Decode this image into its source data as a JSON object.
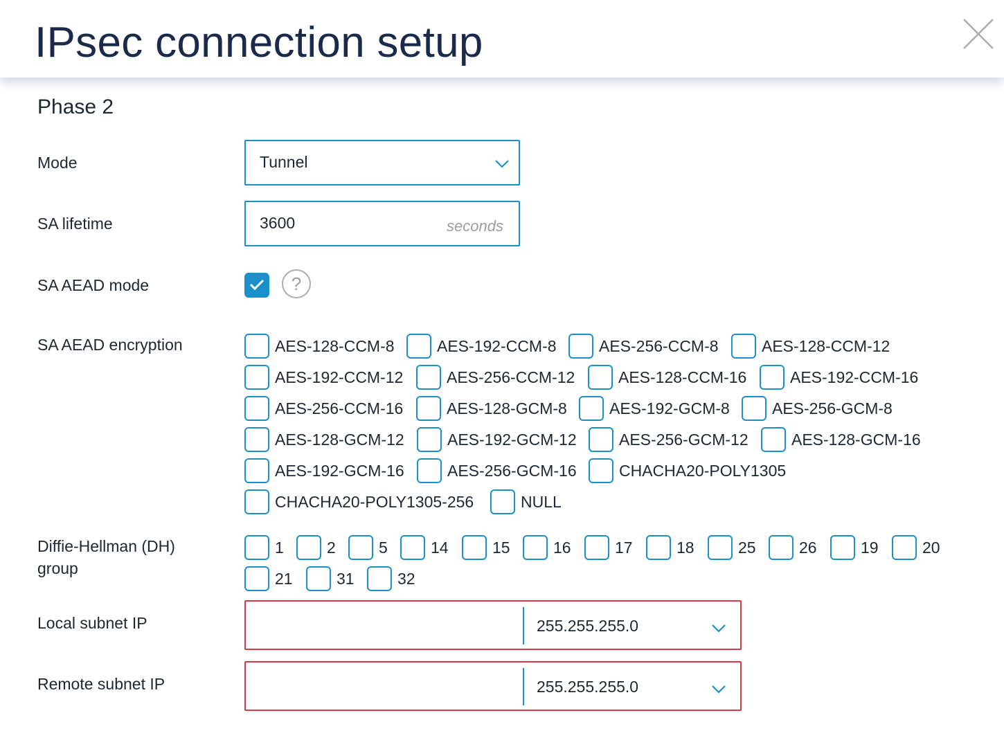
{
  "header": {
    "title": "IPsec connection setup"
  },
  "section": {
    "title": "Phase 2"
  },
  "fields": {
    "mode": {
      "label": "Mode",
      "value": "Tunnel"
    },
    "sa_lifetime": {
      "label": "SA lifetime",
      "value": "3600",
      "unit": "seconds"
    },
    "sa_aead_mode": {
      "label": "SA AEAD mode",
      "checked": true,
      "help_icon": "?"
    },
    "sa_aead_encryption": {
      "label": "SA AEAD encryption",
      "options": [
        {
          "label": "AES-128-CCM-8",
          "checked": false
        },
        {
          "label": "AES-192-CCM-8",
          "checked": false
        },
        {
          "label": "AES-256-CCM-8",
          "checked": false
        },
        {
          "label": "AES-128-CCM-12",
          "checked": false
        },
        {
          "label": "AES-192-CCM-12",
          "checked": false
        },
        {
          "label": "AES-256-CCM-12",
          "checked": false
        },
        {
          "label": "AES-128-CCM-16",
          "checked": false
        },
        {
          "label": "AES-192-CCM-16",
          "checked": false
        },
        {
          "label": "AES-256-CCM-16",
          "checked": false
        },
        {
          "label": "AES-128-GCM-8",
          "checked": false
        },
        {
          "label": "AES-192-GCM-8",
          "checked": false
        },
        {
          "label": "AES-256-GCM-8",
          "checked": false
        },
        {
          "label": "AES-128-GCM-12",
          "checked": false
        },
        {
          "label": "AES-192-GCM-12",
          "checked": false
        },
        {
          "label": "AES-256-GCM-12",
          "checked": false
        },
        {
          "label": "AES-128-GCM-16",
          "checked": false
        },
        {
          "label": "AES-192-GCM-16",
          "checked": false
        },
        {
          "label": "AES-256-GCM-16",
          "checked": false
        },
        {
          "label": "CHACHA20-POLY1305",
          "checked": false
        },
        {
          "label": "CHACHA20-POLY1305-256",
          "checked": false
        },
        {
          "label": "NULL",
          "checked": false
        }
      ]
    },
    "dh_group": {
      "label": "Diffie-Hellman (DH) group",
      "options": [
        {
          "label": "1",
          "checked": false
        },
        {
          "label": "2",
          "checked": false
        },
        {
          "label": "5",
          "checked": false
        },
        {
          "label": "14",
          "checked": false
        },
        {
          "label": "15",
          "checked": false
        },
        {
          "label": "16",
          "checked": false
        },
        {
          "label": "17",
          "checked": false
        },
        {
          "label": "18",
          "checked": false
        },
        {
          "label": "25",
          "checked": false
        },
        {
          "label": "26",
          "checked": false
        },
        {
          "label": "19",
          "checked": false
        },
        {
          "label": "20",
          "checked": false
        },
        {
          "label": "21",
          "checked": false
        },
        {
          "label": "31",
          "checked": false
        },
        {
          "label": "32",
          "checked": false
        }
      ]
    },
    "local_subnet": {
      "label": "Local subnet IP",
      "ip": "",
      "mask": "255.255.255.0"
    },
    "remote_subnet": {
      "label": "Remote subnet IP",
      "ip": "",
      "mask": "255.255.255.0"
    }
  },
  "colors": {
    "accent": "#1a8fc9",
    "error": "#d9374a",
    "title": "#1a2a4a"
  }
}
